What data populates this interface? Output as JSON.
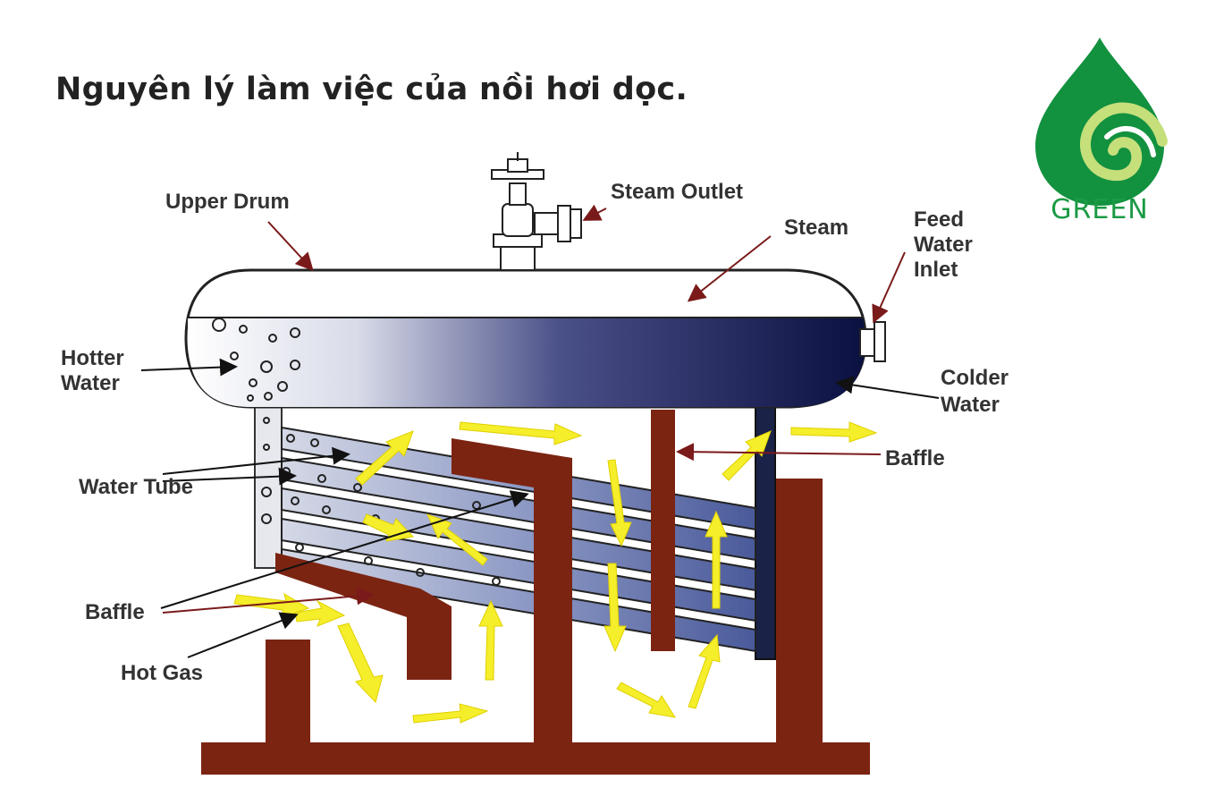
{
  "title": "Nguyên lý làm việc của nồi hơi dọc.",
  "logo": {
    "text": "GREEN",
    "icon": "green-drop-logo",
    "color_dark": "#0f8a3c",
    "color_light": "#b7d96a"
  },
  "labels": {
    "upper_drum": "Upper Drum",
    "steam_outlet": "Steam Outlet",
    "steam": "Steam",
    "feed_water_inlet": [
      "Feed",
      "Water",
      "Inlet"
    ],
    "hotter_water": [
      "Hotter",
      "Water"
    ],
    "colder_water": [
      "Colder",
      "Water"
    ],
    "baffle_right": "Baffle",
    "water_tube": "Water Tube",
    "baffle_left": "Baffle",
    "hot_gas": "Hot Gas"
  },
  "colors": {
    "brick": "#7b2412",
    "drum_water_dark": "#0e1440",
    "tube_fill": "#5a6aa8",
    "gas_arrow": "#f5ee2a",
    "label_arrow": "#7a1a1a"
  }
}
